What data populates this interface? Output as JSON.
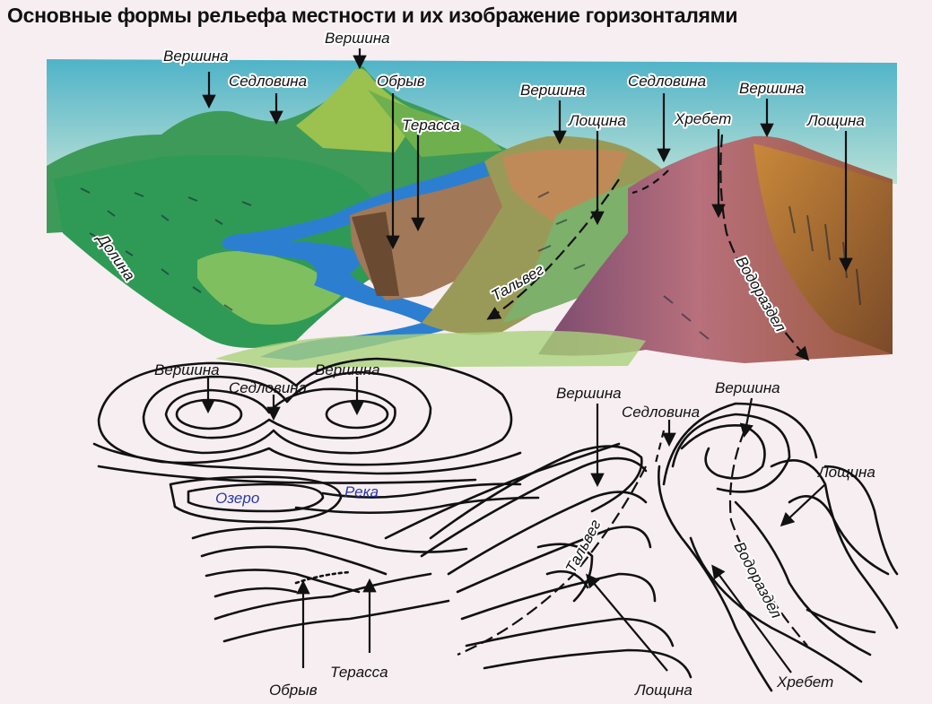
{
  "title": "Основные формы рельефа местности и их изображение горизонталями",
  "landscape_labels": {
    "summit_left": "Вершина",
    "summit_center": "Вершина",
    "saddle_left": "Седловина",
    "cliff": "Обрыв",
    "terrace": "Терасса",
    "summit_mid": "Вершина",
    "hollow_mid": "Лощина",
    "saddle_right": "Седловина",
    "ridge": "Хребет",
    "summit_right": "Вершина",
    "hollow_right": "Лощина",
    "valley": "Долина",
    "thalweg": "Тальвег",
    "watershed": "Водораздел"
  },
  "contour_labels": {
    "summit_left": "Вершина",
    "saddle_left": "Седловина",
    "summit_center": "Вершина",
    "summit_mid": "Вершина",
    "saddle_right": "Седловина",
    "summit_right": "Вершина",
    "hollow_right": "Лощина",
    "lake": "Озеро",
    "river": "Река",
    "thalweg": "Тальвег",
    "watershed": "Водораздел",
    "cliff": "Обрыв",
    "terrace": "Терасса",
    "hollow_bottom": "Лощина",
    "ridge": "Хребет"
  },
  "colors": {
    "sky": "#56b7c9",
    "forest": "#2f9a55",
    "meadow": "#8cc05a",
    "river": "#2c7fd0",
    "cliff": "#8c6a4a",
    "ridge_slope": "#b36a78",
    "ridge_shadow": "#8a4e3a"
  }
}
